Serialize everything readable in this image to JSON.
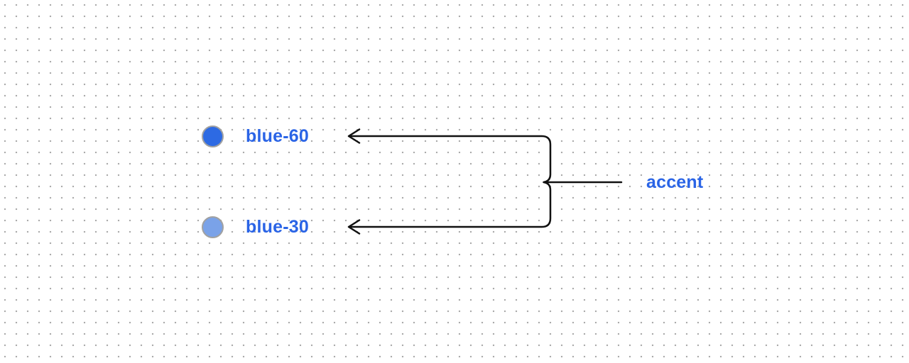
{
  "diagram": {
    "swatches": [
      {
        "name": "blue-60",
        "color": "#2d6ae3",
        "border_color": "#a1a1a1"
      },
      {
        "name": "blue-30",
        "color": "#7aa2e8",
        "border_color": "#a1a1a1"
      }
    ],
    "annotation": {
      "label": "accent"
    },
    "colors": {
      "label_text": "#2a64e6",
      "connector": "#111111",
      "grid_dot": "#ababab",
      "background": "#ffffff"
    }
  }
}
